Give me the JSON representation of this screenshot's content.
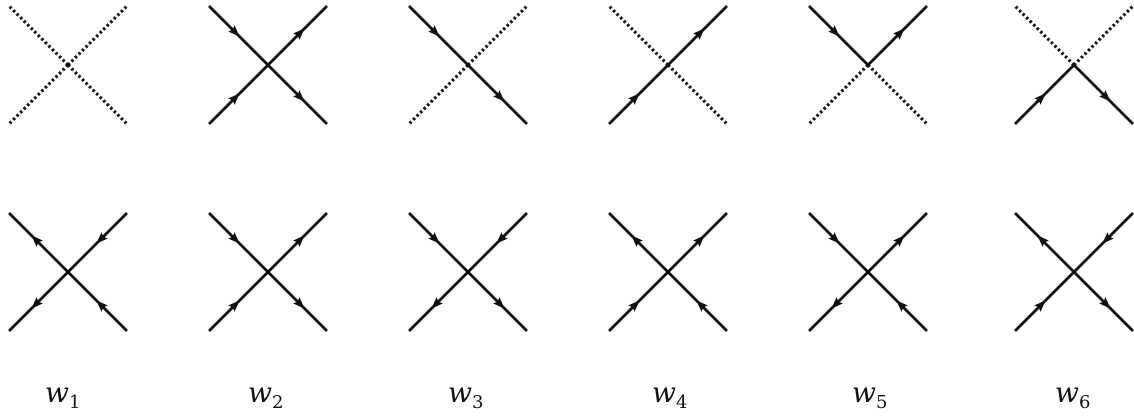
{
  "colors": {
    "line": "#111111",
    "background": "#ffffff"
  },
  "labels": [
    {
      "base": "w",
      "sub": "1"
    },
    {
      "base": "w",
      "sub": "2"
    },
    {
      "base": "w",
      "sub": "3"
    },
    {
      "base": "w",
      "sub": "4"
    },
    {
      "base": "w",
      "sub": "5"
    },
    {
      "base": "w",
      "sub": "6"
    }
  ],
  "vertices": {
    "rows": [
      [
        {
          "nw": "empty",
          "ne": "empty",
          "sw": "empty",
          "se": "empty"
        },
        {
          "nw": "in",
          "ne": "out",
          "sw": "in",
          "se": "out"
        },
        {
          "nw": "in",
          "ne": "empty",
          "sw": "empty",
          "se": "out"
        },
        {
          "nw": "empty",
          "ne": "out",
          "sw": "in",
          "se": "empty"
        },
        {
          "nw": "in",
          "ne": "out",
          "sw": "empty",
          "se": "empty"
        },
        {
          "nw": "empty",
          "ne": "empty",
          "sw": "in",
          "se": "out"
        }
      ],
      [
        {
          "nw": "out",
          "ne": "in",
          "sw": "out",
          "se": "in"
        },
        {
          "nw": "in",
          "ne": "out",
          "sw": "in",
          "se": "out"
        },
        {
          "nw": "in",
          "ne": "in",
          "sw": "out",
          "se": "out"
        },
        {
          "nw": "out",
          "ne": "out",
          "sw": "in",
          "se": "in"
        },
        {
          "nw": "in",
          "ne": "out",
          "sw": "out",
          "se": "in"
        },
        {
          "nw": "out",
          "ne": "in",
          "sw": "in",
          "se": "out"
        }
      ]
    ]
  }
}
